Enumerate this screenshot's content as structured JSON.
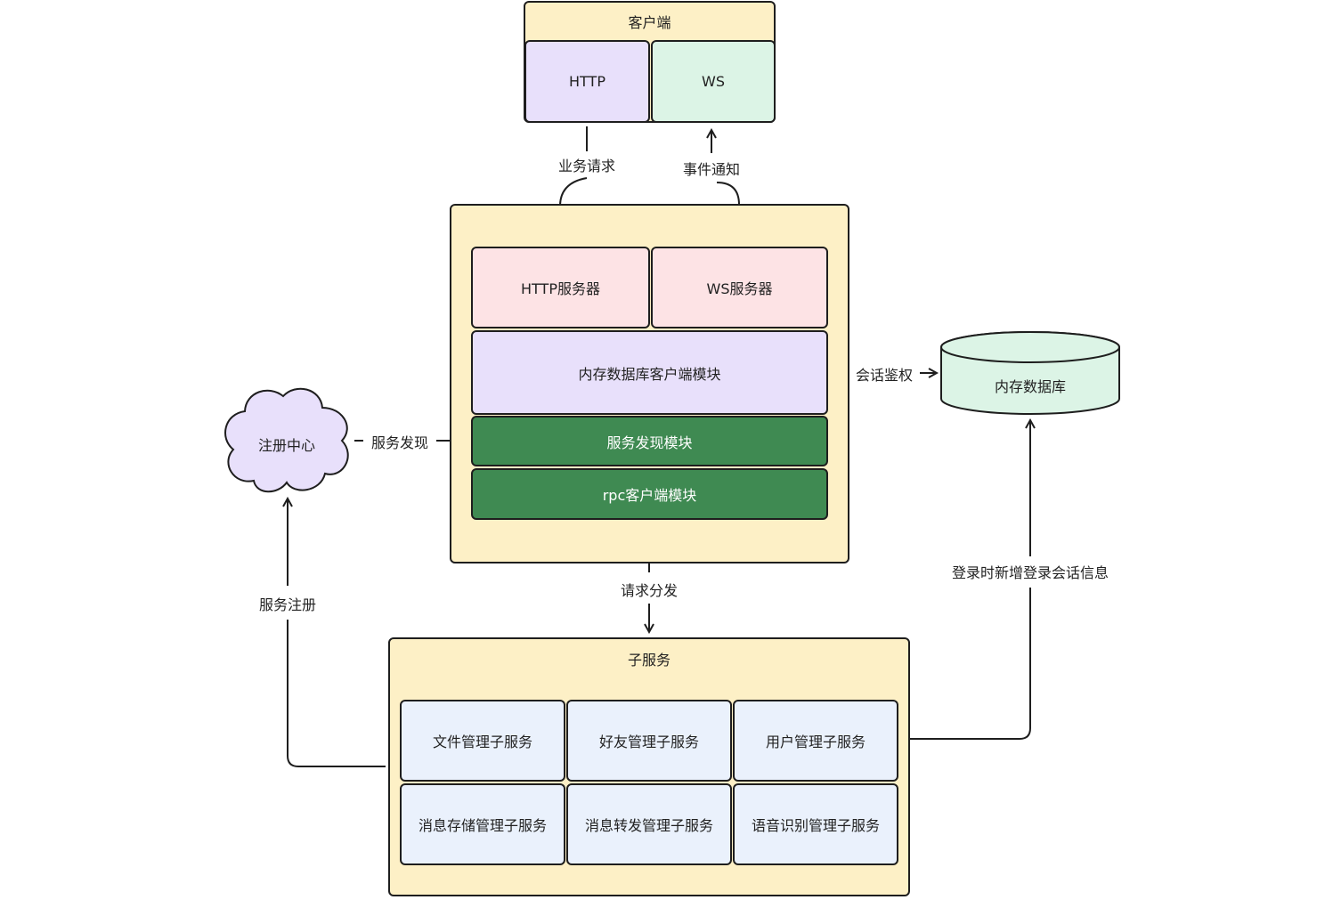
{
  "client": {
    "title": "客户端",
    "http": "HTTP",
    "ws": "WS"
  },
  "gateway": {
    "http_server": "HTTP服务器",
    "ws_server": "WS服务器",
    "mem_db_client": "内存数据库客户端模块",
    "discovery_module": "服务发现模块",
    "rpc_client": "rpc客户端模块"
  },
  "registry": {
    "label": "注册中心"
  },
  "memory_db": {
    "label": "内存数据库"
  },
  "subservices": {
    "title": "子服务",
    "items": [
      "文件管理子服务",
      "好友管理子服务",
      "用户管理子服务",
      "消息存储管理子服务",
      "消息转发管理子服务",
      "语音识别管理子服务"
    ]
  },
  "edges": {
    "business_request": "业务请求",
    "event_notify": "事件通知",
    "session_auth": "会话鉴权",
    "service_discovery": "服务发现",
    "request_dispatch": "请求分发",
    "service_register": "服务注册",
    "login_session": "登录时新增登录会话信息"
  },
  "colors": {
    "container": "#fdf0c6",
    "purple": "#e8e0fb",
    "mint": "#dcf4e6",
    "pink": "#fde3e5",
    "green": "#3f8a52",
    "pale_blue": "#eaf1fc"
  }
}
